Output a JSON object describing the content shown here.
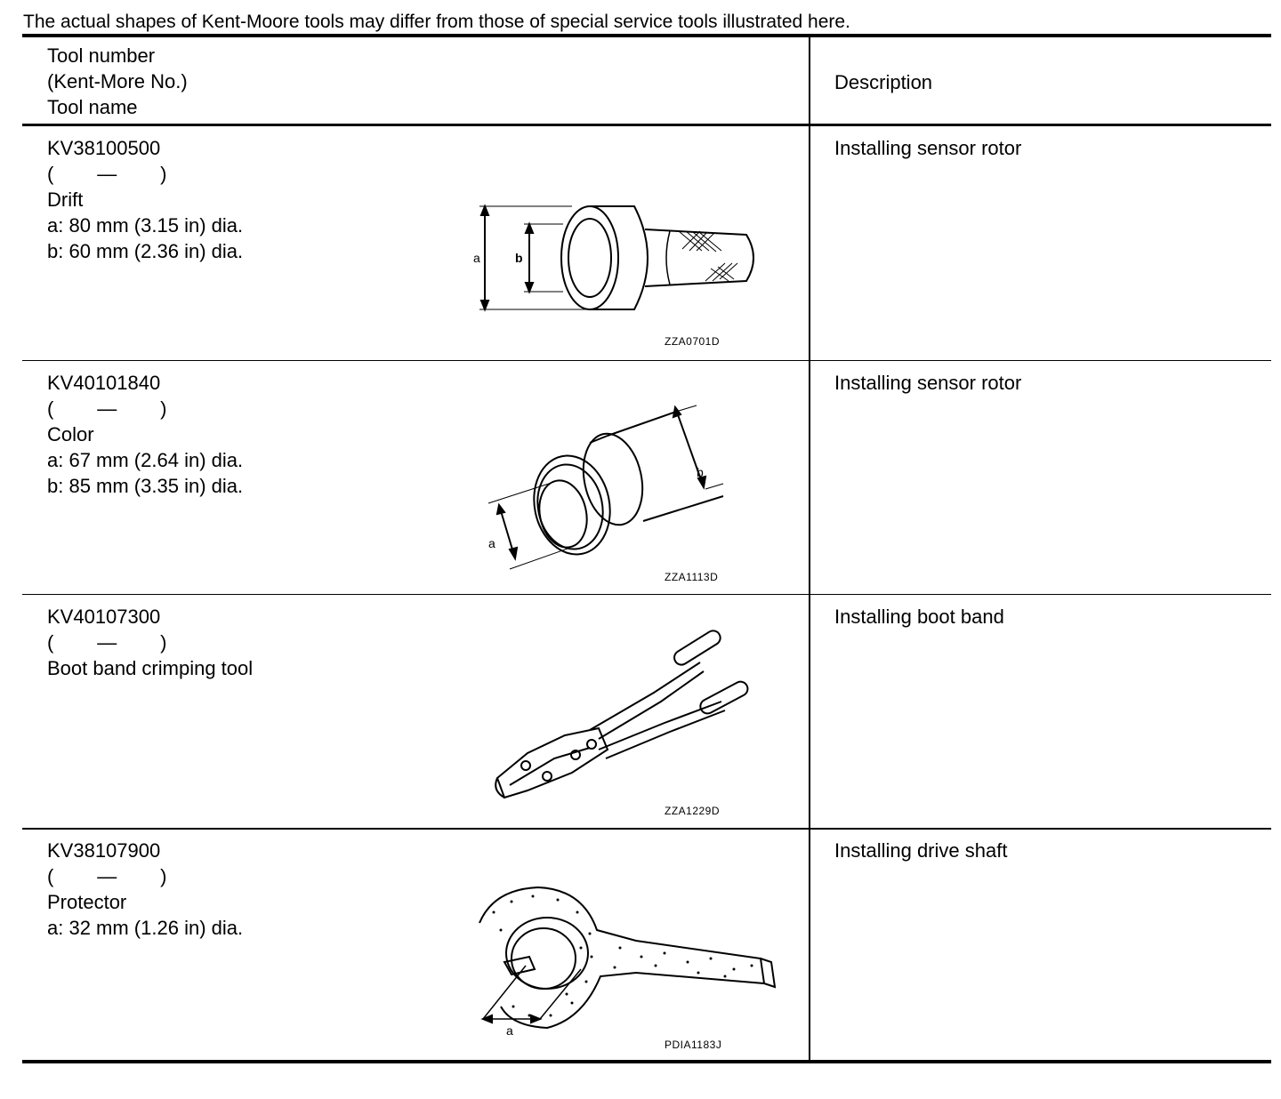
{
  "note": "The actual shapes of Kent-Moore tools may differ from those of special service tools illustrated here.",
  "header": {
    "col1": [
      "Tool number",
      "(Kent-More No.)",
      "Tool name"
    ],
    "col2": "Description"
  },
  "rows": [
    {
      "tool_number": "KV38100500",
      "kent_more": "(        —        )",
      "tool_name": "Drift",
      "specs": [
        "a: 80 mm (3.15 in) dia.",
        "b: 60 mm (2.36 in) dia."
      ],
      "figure_code": "ZZA0701D",
      "labels": [
        "a",
        "b"
      ],
      "description": "Installing sensor rotor"
    },
    {
      "tool_number": "KV40101840",
      "kent_more": "(        —        )",
      "tool_name": "Color",
      "specs": [
        "a: 67 mm (2.64 in) dia.",
        "b: 85 mm (3.35 in) dia."
      ],
      "figure_code": "ZZA1113D",
      "labels": [
        "a",
        "b"
      ],
      "description": "Installing sensor rotor"
    },
    {
      "tool_number": "KV40107300",
      "kent_more": "(        —        )",
      "tool_name": "Boot band crimping tool",
      "specs": [],
      "figure_code": "ZZA1229D",
      "labels": [],
      "description": "Installing boot band"
    },
    {
      "tool_number": "KV38107900",
      "kent_more": "(        —        )",
      "tool_name": "Protector",
      "specs": [
        "a: 32 mm (1.26 in) dia."
      ],
      "figure_code": "PDIA1183J",
      "labels": [
        "a"
      ],
      "description": "Installing drive shaft"
    }
  ]
}
